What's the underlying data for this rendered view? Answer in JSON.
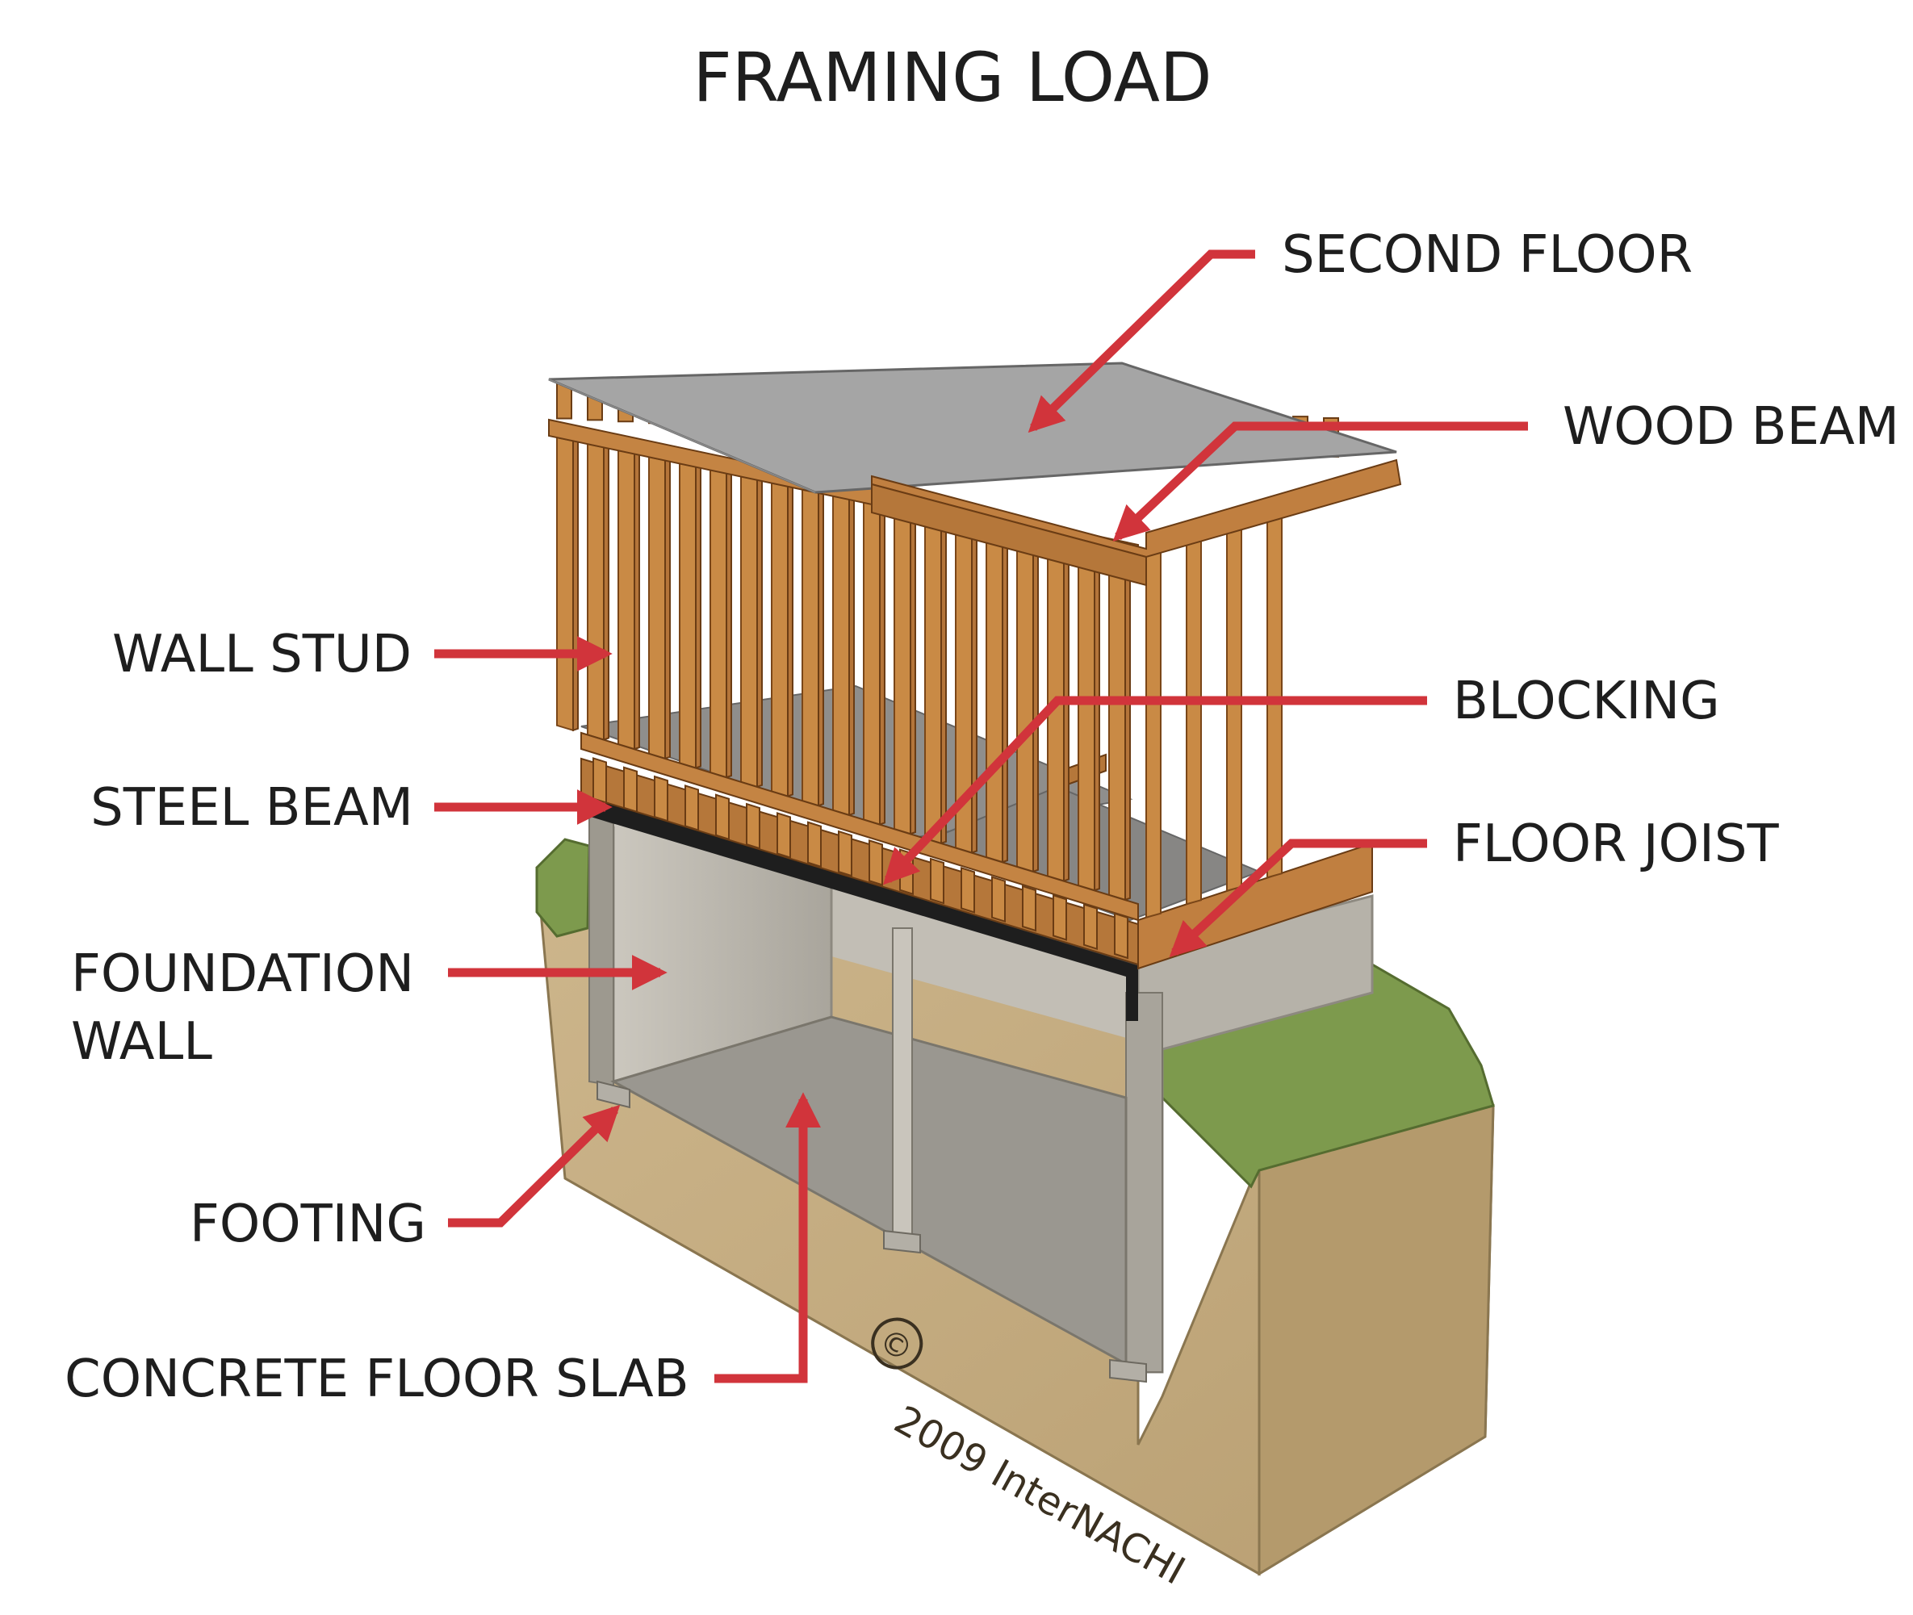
{
  "title": "FRAMING LOAD",
  "labels": {
    "second_floor": "SECOND FLOOR",
    "wood_beam": "WOOD BEAM",
    "wall_stud": "WALL STUD",
    "blocking": "BLOCKING",
    "steel_beam": "STEEL BEAM",
    "floor_joist": "FLOOR JOIST",
    "foundation_wall_line1": "FOUNDATION",
    "foundation_wall_line2": "WALL",
    "footing": "FOOTING",
    "concrete_floor_slab": "CONCRETE FLOOR SLAB"
  },
  "copyright": {
    "symbol": "©",
    "text": "2009 InterNACHI"
  },
  "colors": {
    "arrow": "#d1343b",
    "wood": "#c98a45",
    "concrete": "#b9b5ac",
    "soil": "#c4ad84",
    "grass": "#7d9a4d",
    "steel": "#1e1e1e",
    "text": "#1e1e1e"
  }
}
